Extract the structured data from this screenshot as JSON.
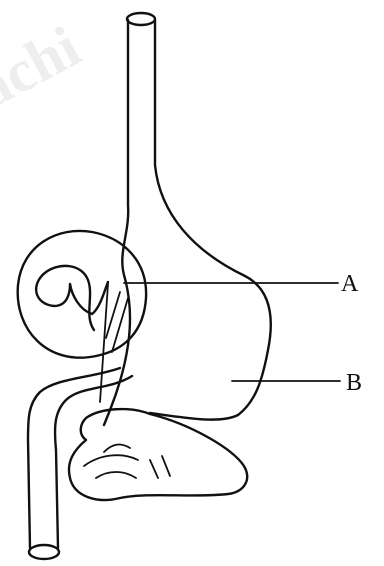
{
  "watermark": "achi",
  "labels": {
    "a": "A",
    "b": "B"
  },
  "colors": {
    "ink": "#111111",
    "background": "#ffffff",
    "watermark": "#eeeeee"
  }
}
